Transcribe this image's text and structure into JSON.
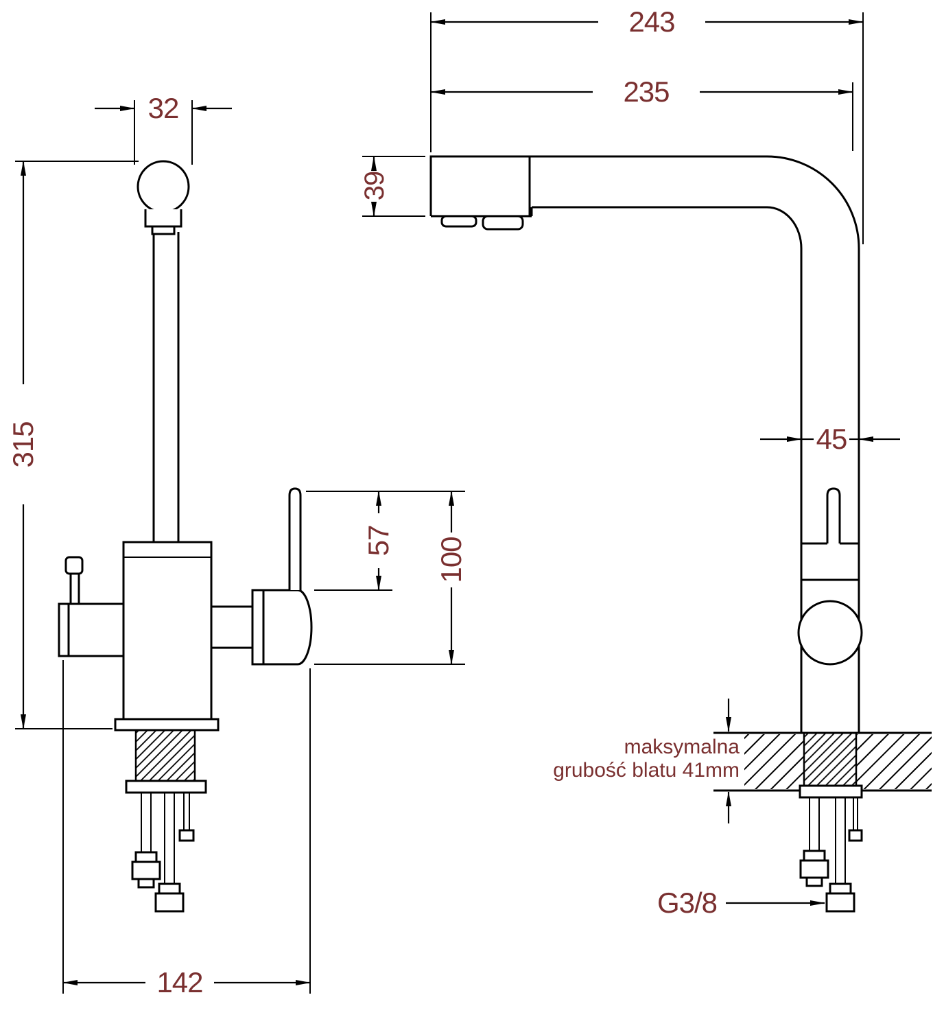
{
  "colors": {
    "background": "#ffffff",
    "lines": "#000000",
    "dimension_text": "#7a3030"
  },
  "dimensions": {
    "front": {
      "top_width": "32",
      "total_height": "315",
      "lever_height": "57",
      "handle_height": "100",
      "base_width": "142"
    },
    "side": {
      "outer_reach": "243",
      "inner_reach": "235",
      "spout_height": "39",
      "body_depth": "45",
      "thread": "G3/8"
    }
  },
  "notes": {
    "line1": "maksymalna",
    "line2": "grubość blatu 41mm"
  }
}
